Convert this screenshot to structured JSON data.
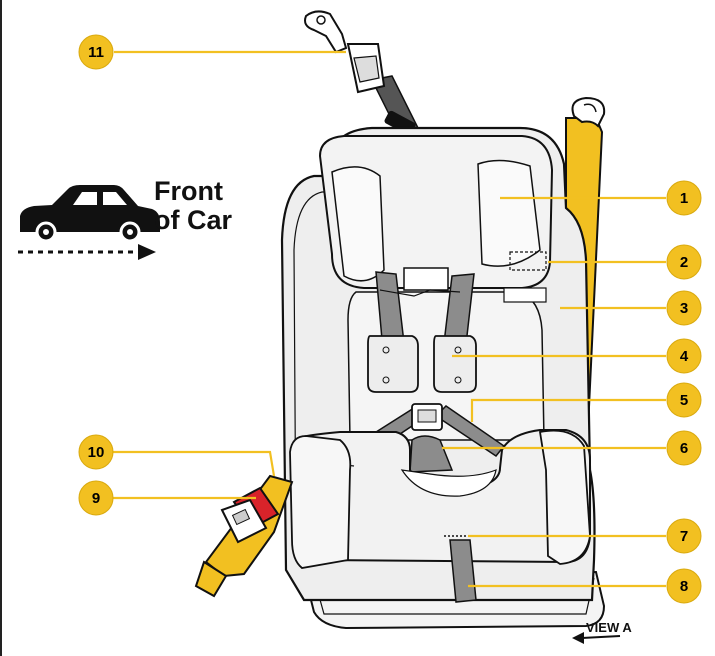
{
  "diagram": {
    "direction_label": {
      "line1": "Front",
      "line2": "of Car"
    },
    "view_label": "VIEW A",
    "callouts": [
      {
        "number": "1"
      },
      {
        "number": "2"
      },
      {
        "number": "3"
      },
      {
        "number": "4"
      },
      {
        "number": "5"
      },
      {
        "number": "6"
      },
      {
        "number": "7"
      },
      {
        "number": "8"
      },
      {
        "number": "9"
      },
      {
        "number": "10"
      },
      {
        "number": "11"
      }
    ]
  },
  "colors": {
    "accent_yellow": "#f2c021",
    "accent_red": "#d8232a",
    "line_dark": "#1a1a1a",
    "seat_fill": "#ededed",
    "strap_gray": "#8c8c8c"
  }
}
